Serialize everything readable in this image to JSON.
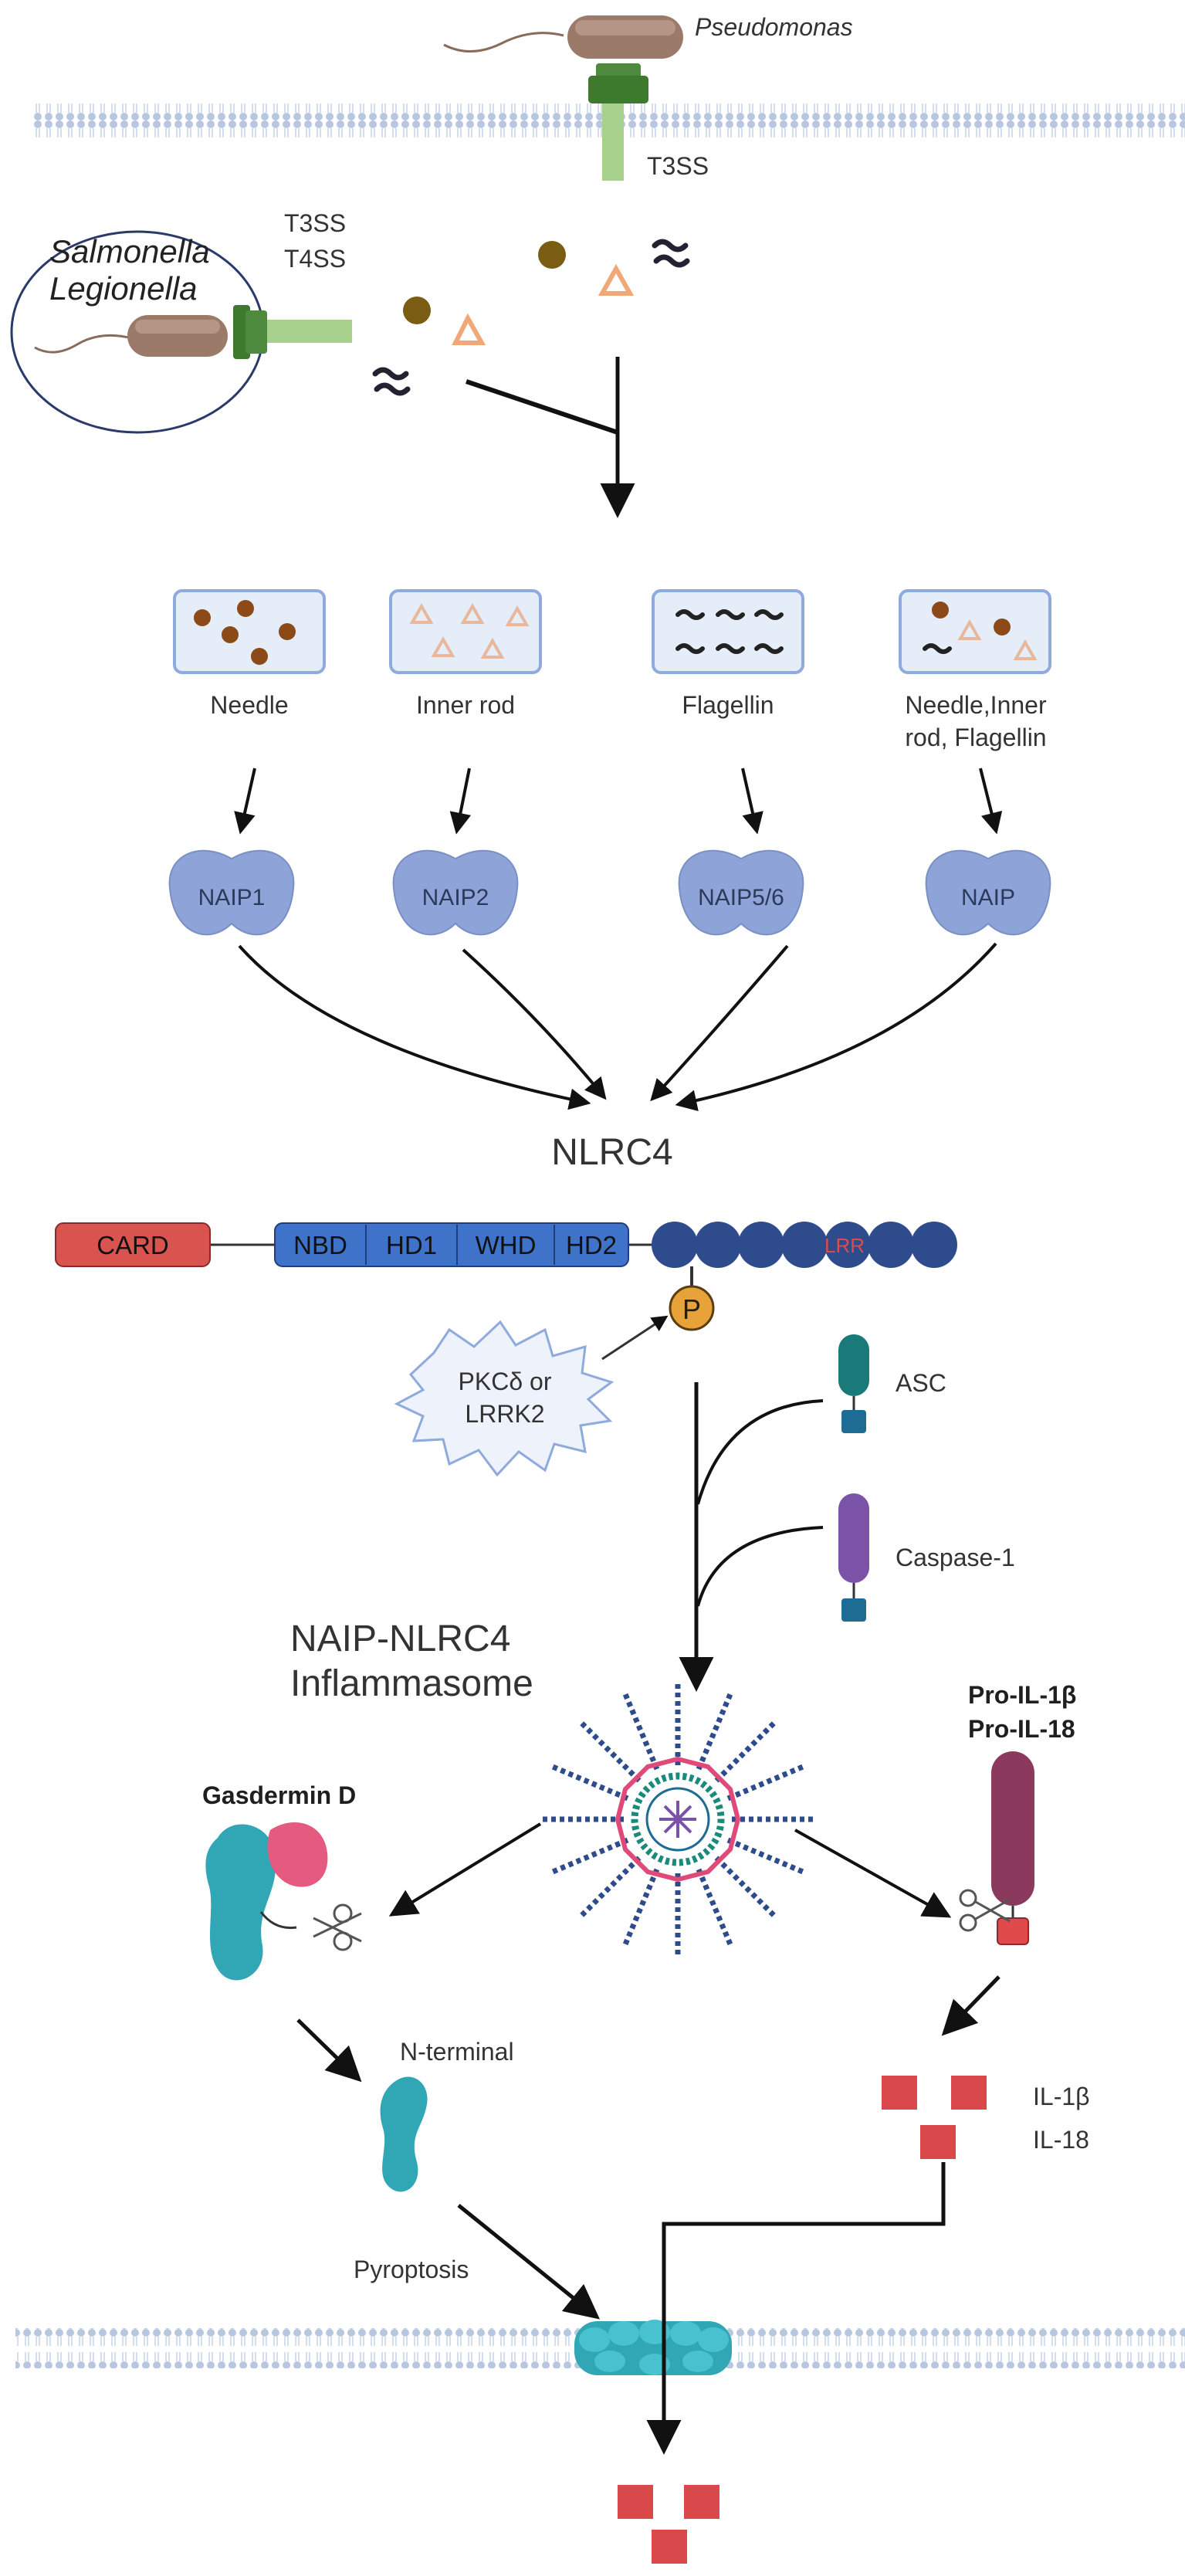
{
  "pathogens": {
    "pseudomonas": "Pseudomonas",
    "salmonella": "Salmonella",
    "legionella": "Legionella",
    "t3ss_top": "T3SS",
    "t3ss_left": "T3SS",
    "t4ss_left": "T4SS"
  },
  "ligands": [
    "Needle",
    "Inner rod",
    "Flagellin",
    "Needle,Inner",
    "rod, Flagellin"
  ],
  "receptors": [
    "NAIP1",
    "NAIP2",
    "NAIP5/6",
    "NAIP"
  ],
  "nlrc4": {
    "title": "NLRC4",
    "domains": [
      "CARD",
      "NBD",
      "HD1",
      "WHD",
      "HD2",
      "LRR"
    ],
    "phospho": "P",
    "kinase_line1": "PKCδ  or",
    "kinase_line2": "LRRK2"
  },
  "adaptors": {
    "asc": "ASC",
    "caspase": "Caspase-1"
  },
  "inflammasome": {
    "line1": "NAIP-NLRC4",
    "line2": "Inflammasome"
  },
  "outputs": {
    "gasdermin": "Gasdermin D",
    "pro1": "Pro-IL-1β",
    "pro2": "Pro-IL-18",
    "nterm": "N-terminal",
    "il1b": "IL-1β",
    "il18": "IL-18",
    "pyroptosis": "Pyroptosis"
  },
  "colors": {
    "membrane": "#a9bedb",
    "naip": "#8ea4d8",
    "card": "#d9534f",
    "domain_blue": "#3f73c9",
    "lrr": "#2e4b8c",
    "il": "#d9484a",
    "gasdermin": "#31a7b5",
    "gasdermin_pink": "#e45b7f",
    "phospho": "#e8a23a"
  }
}
